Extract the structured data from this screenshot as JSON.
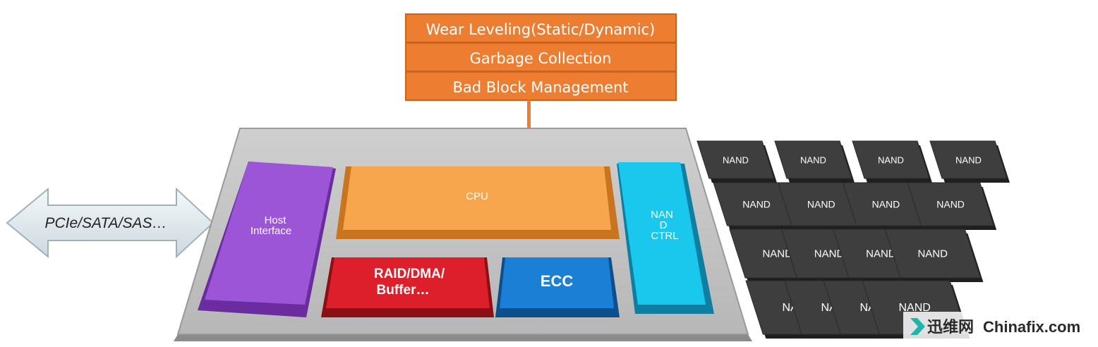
{
  "firmware_stack": [
    "Wear Leveling(Static/Dynamic)",
    "Garbage Collection",
    "Bad Block Management"
  ],
  "interface_arrow": "PCIe/SATA/SAS…",
  "blocks": {
    "host": [
      "Host",
      "Interface"
    ],
    "cpu": "CPU",
    "raid": [
      "RAID/DMA/",
      "Buffer…"
    ],
    "ecc": "ECC",
    "nand_ctrl": [
      "NAN",
      "D",
      "CTRL"
    ]
  },
  "nand_label": "NAND",
  "nand_grid": {
    "rows": 4,
    "cols": 4
  },
  "watermark": {
    "cn": "迅维网",
    "en": "Chinafix.com"
  },
  "colors": {
    "firmware": "#ed7d31",
    "host": "#8e44c9",
    "cpu": "#f8a64e",
    "raid": "#dc1f2a",
    "ecc": "#1c7fd6",
    "nand_ctrl": "#1ac8ee",
    "nand": "#3e3e3e",
    "board": "#bdbdbd"
  }
}
